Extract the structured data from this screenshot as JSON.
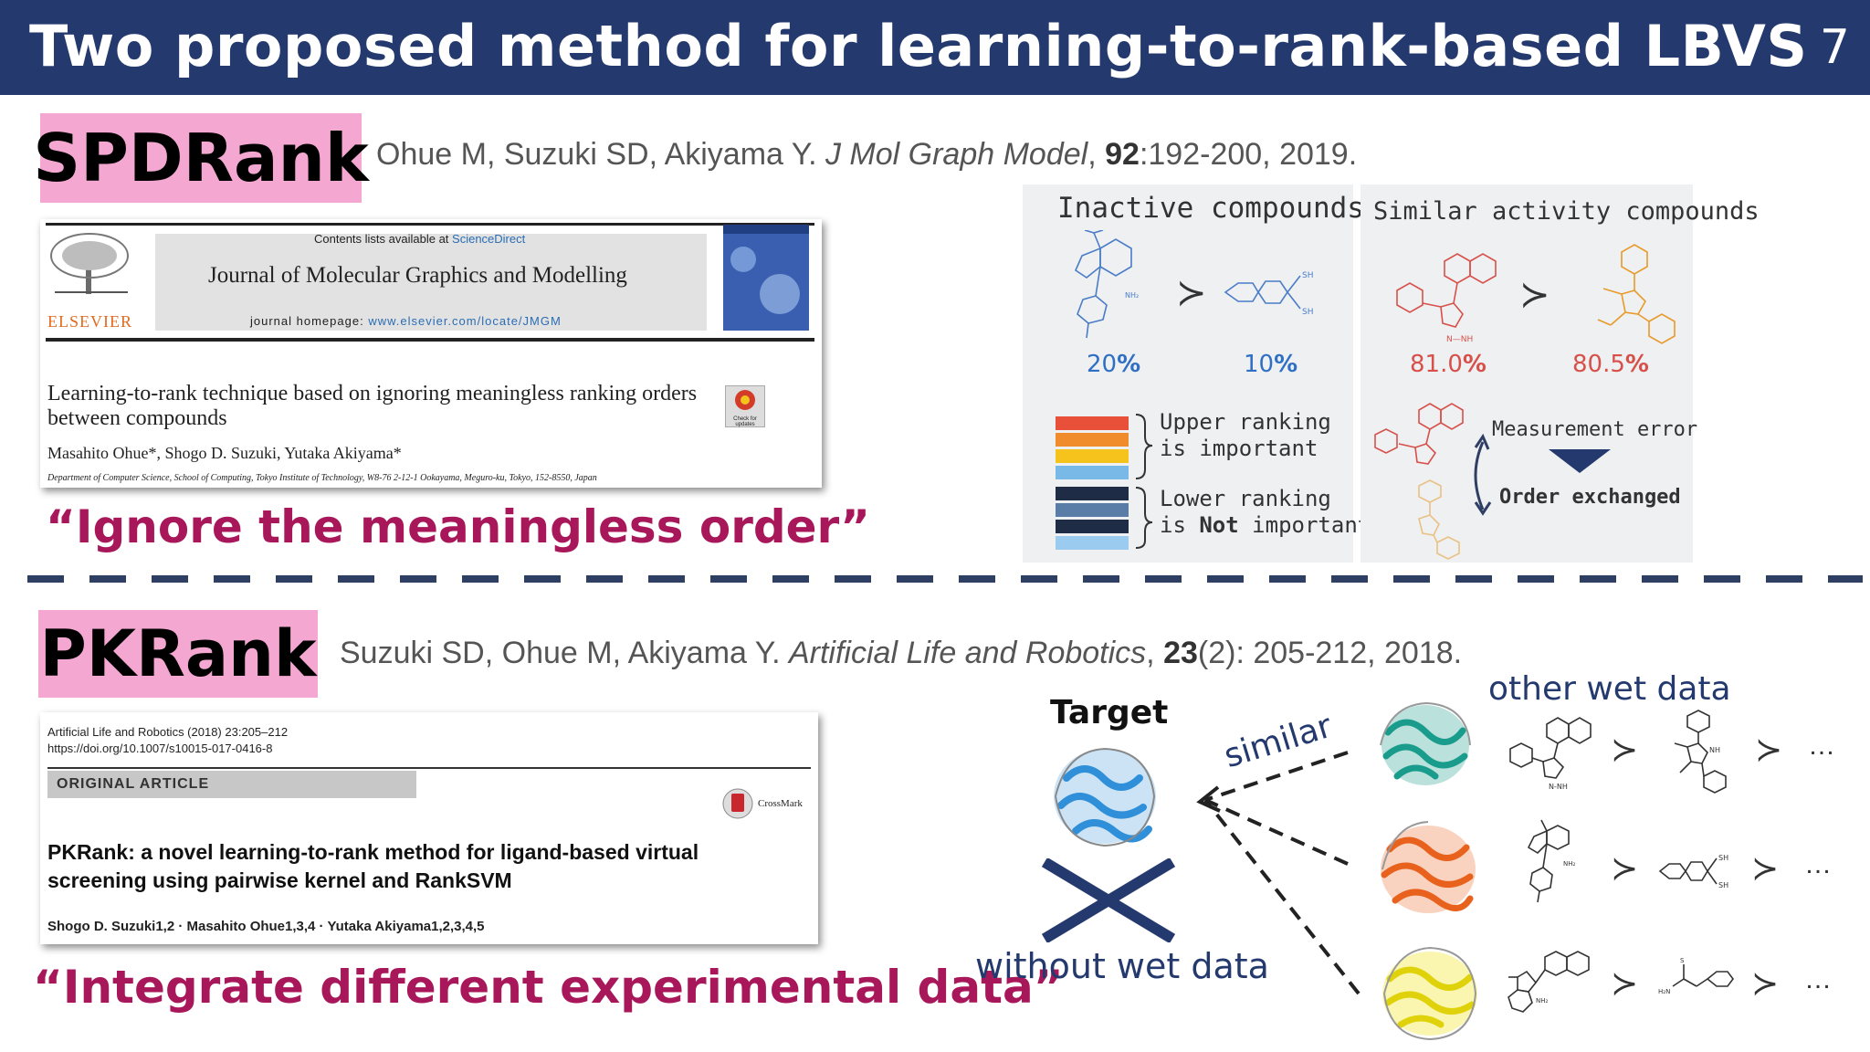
{
  "header": {
    "title": "Two proposed method for learning-to-rank-based LBVS",
    "page": "7"
  },
  "spdrank": {
    "tag": "SPDRank",
    "citation": {
      "authors": "Ohue M, Suzuki SD, Akiyama Y. ",
      "journal": "J Mol Graph Model",
      "sep": ", ",
      "volume": "92",
      "pages": ":192-200, 2019."
    },
    "paper": {
      "contents_prefix": "Contents lists available at ",
      "contents_link": "ScienceDirect",
      "journal": "Journal of Molecular Graphics and Modelling",
      "homepage_prefix": "journal homepage: ",
      "homepage_url": "www.elsevier.com/locate/JMGM",
      "publisher": "ELSEVIER",
      "title": "Learning-to-rank technique based on ignoring meaningless ranking orders between compounds",
      "authors": "Masahito Ohue*, Shogo D. Suzuki, Yutaka Akiyama*",
      "affiliation": "Department of Computer Science, School of Computing, Tokyo Institute of Technology, W8-76 2-12-1 Ookayama, Meguro-ku, Tokyo, 152-8550, Japan",
      "check_updates": "Check for updates"
    },
    "quote": "“Ignore the meaningless order”",
    "panel_left": {
      "title": "Inactive compounds",
      "value_a": "20",
      "value_b": "10",
      "pct_symbol": "%",
      "upper": "Upper ranking is important",
      "upper_line1": "Upper ranking",
      "upper_line2": "is important",
      "lower_line1": "Lower ranking",
      "lower_line2_pre": "is ",
      "lower_line2_bold": "Not",
      "lower_line2_post": " important",
      "bar_colors": [
        "#e8503a",
        "#f08c2b",
        "#f5c31c",
        "#79b9e8",
        "#1e2d45",
        "#5a7da8",
        "#1e2d45",
        "#9ccbf0"
      ]
    },
    "panel_right": {
      "title": "Similar activity compounds",
      "value_a": "81.0",
      "value_b": "80.5",
      "pct_symbol": "%",
      "measurement": "Measurement error",
      "exchanged": "Order exchanged"
    }
  },
  "pkrank": {
    "tag": "PKRank",
    "citation": {
      "authors": "Suzuki SD, Ohue M, Akiyama Y. ",
      "journal": "Artificial Life and Robotics",
      "sep": ", ",
      "volume": "23",
      "pages": "(2): 205-212, 2018."
    },
    "paper": {
      "journal_line": "Artificial Life and Robotics (2018) 23:205–212",
      "doi": "https://doi.org/10.1007/s10015-017-0416-8",
      "article_type": "ORIGINAL ARTICLE",
      "crossmark": "CrossMark",
      "title": "PKRank: a novel learning-to-rank method for ligand-based virtual screening using pairwise kernel and RankSVM",
      "authors": "Shogo D. Suzuki1,2 · Masahito Ohue1,3,4 · Yutaka Akiyama1,2,3,4,5"
    },
    "quote": "“Integrate different experimental data”",
    "target_label": "Target",
    "without_label": "without wet data",
    "similar_label": "similar",
    "other_label": "other wet data",
    "gt": "≻",
    "ellipsis": "…",
    "protein_colors": [
      "#1a9c8c",
      "#e8621d",
      "#f2e61c"
    ],
    "target_color": "#2f8fd8"
  },
  "colors": {
    "header_bg": "#243a6f",
    "tag_bg": "#f4a7d0",
    "quote": "#a8175a",
    "dash": "#2e3f63",
    "panel_bg": "#eef0f2"
  }
}
